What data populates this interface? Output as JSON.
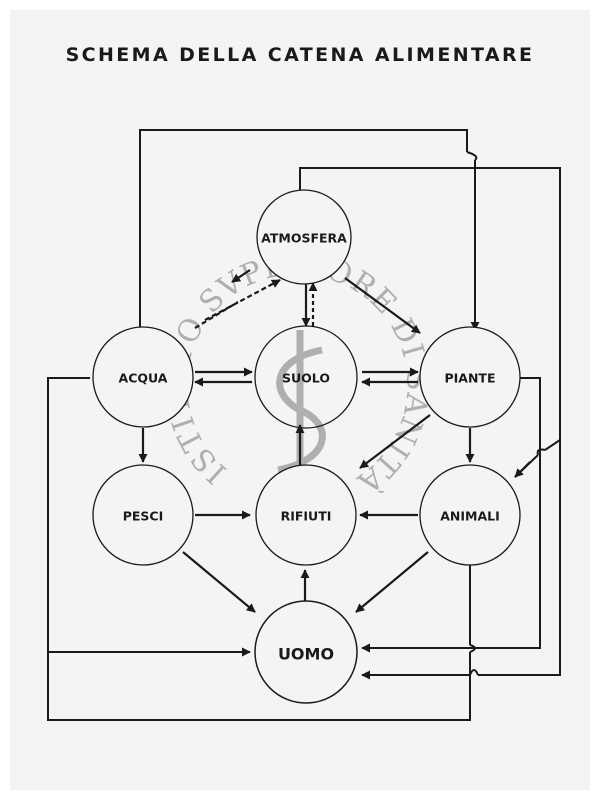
{
  "title": "SCHEMA DELLA CATENA ALIMENTARE",
  "nodes": {
    "atmosfera": "ATMOSFERA",
    "acqua": "ACQUA",
    "suolo": "SUOLO",
    "piante": "PIANTE",
    "pesci": "PESCI",
    "rifiuti": "RIFIUTI",
    "animali": "ANIMALI",
    "uomo": "UOMO"
  },
  "watermark": {
    "text": "ISTITUTO SVPERIORE DI SANITÀ",
    "emblem": "caduceus-emblem"
  },
  "colors": {
    "ink": "#1a1a1a",
    "paper": "#f4f4f2"
  }
}
